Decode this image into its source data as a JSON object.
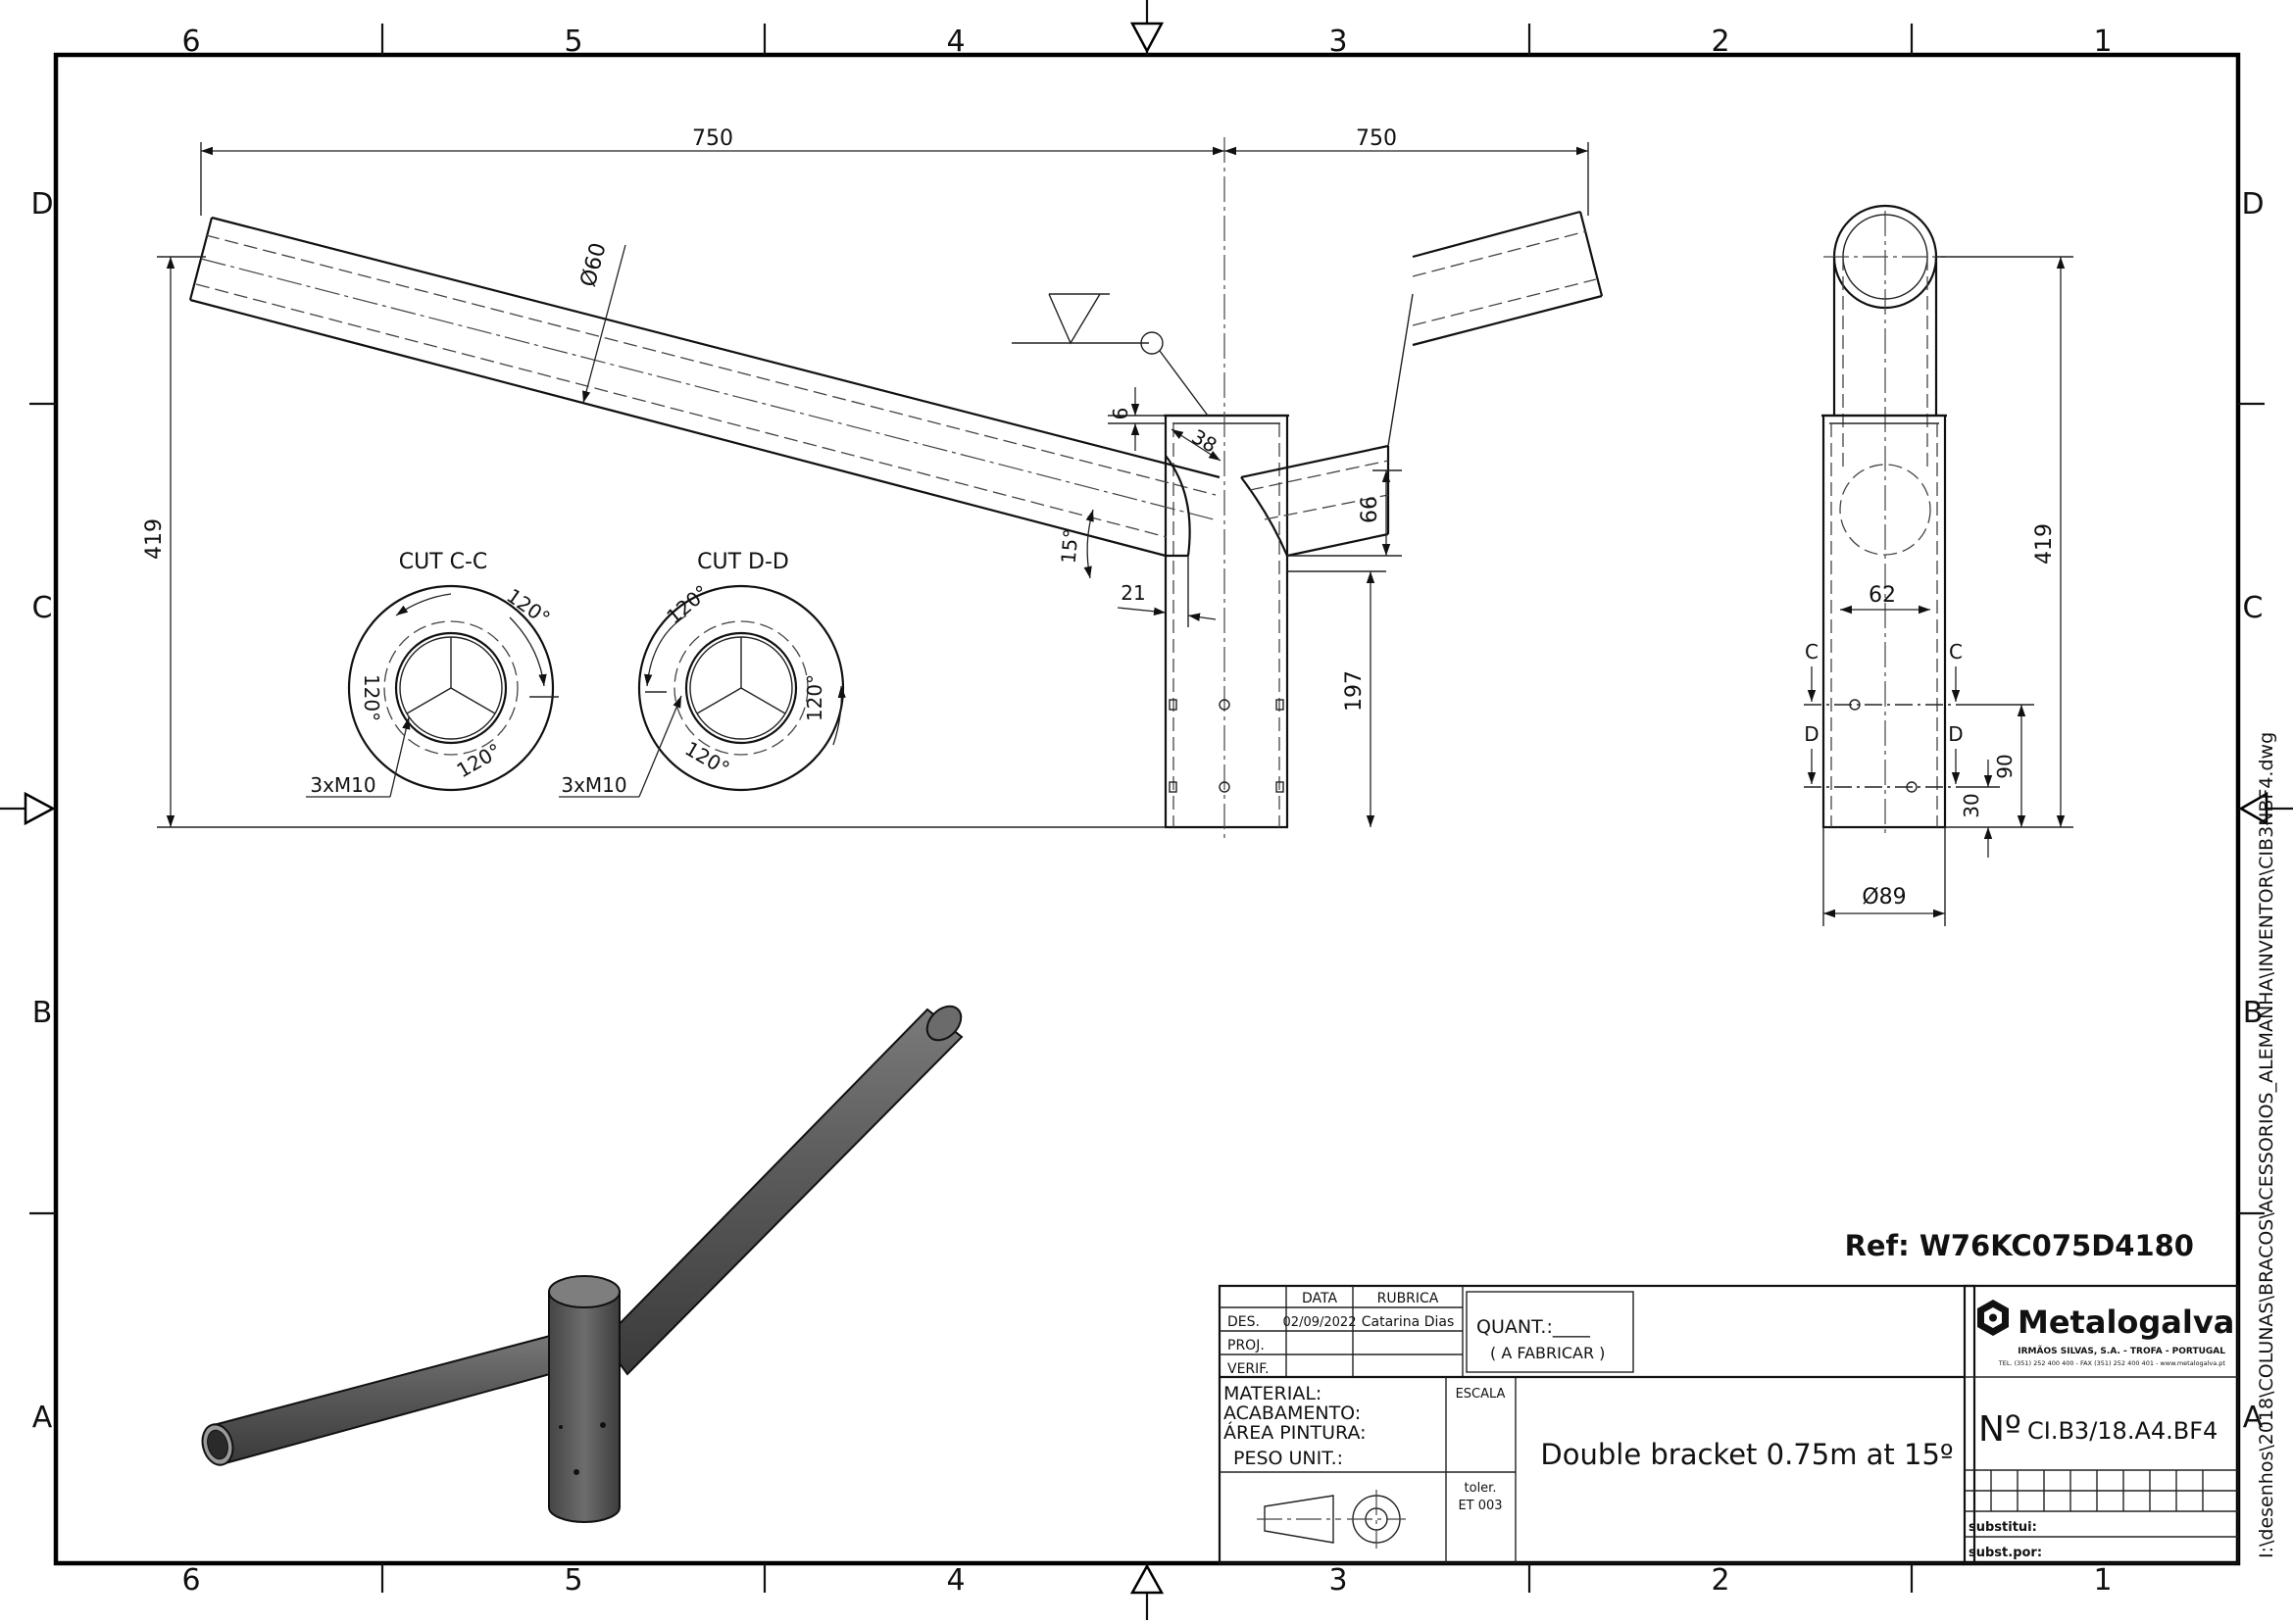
{
  "sheet": {
    "zone_numbers_top": [
      "6",
      "5",
      "4",
      "3",
      "2",
      "1"
    ],
    "zone_numbers_bottom": [
      "6",
      "5",
      "4",
      "3",
      "2",
      "1"
    ],
    "zone_letters_left": [
      "D",
      "C",
      "B",
      "A"
    ],
    "zone_letters_right": [
      "D",
      "C",
      "B",
      "A"
    ],
    "side_path": "I:\\desenhos\\2018\\COLUNAS\\BRACOS\\ACESSORIOS_ALEMANHA\\INVENTOR\\CIB3NBF4.dwg"
  },
  "front_view": {
    "dim_left_length": "750",
    "dim_right_length": "750",
    "dim_height": "419",
    "dim_tube_diameter": "Ø60",
    "dim_cap": "6",
    "dim_38": "38",
    "dim_66": "66",
    "dim_angle": "15°",
    "dim_21": "21",
    "dim_197": "197"
  },
  "cut_c": {
    "title": "CUT C-C",
    "angle_a": "120°",
    "angle_b": "120°",
    "angle_c": "120°",
    "thread": "3xM10"
  },
  "cut_d": {
    "title": "CUT D-D",
    "angle_a": "120°",
    "angle_b": "120°",
    "angle_c": "120°",
    "thread": "3xM10"
  },
  "side_view": {
    "dim_height": "419",
    "dim_inner": "62",
    "dim_diameter": "Ø89",
    "dim_90": "90",
    "dim_30": "30",
    "label_c": "C",
    "label_d": "D"
  },
  "reference": "Ref: W76KC075D4180",
  "title_block": {
    "col_data": "DATA",
    "col_rubrica": "RUBRICA",
    "row_des": "DES.",
    "row_proj": "PROJ.",
    "row_verif": "VERIF.",
    "des_date": "02/09/2022",
    "des_name": "Catarina Dias",
    "quant_label": "QUANT.:____",
    "quant_note": "( A FABRICAR )",
    "material": "MATERIAL:",
    "acabamento": "ACABAMENTO:",
    "area_pintura": "ÁREA PINTURA:",
    "peso_unit": "PESO UNIT.:",
    "escala": "ESCALA",
    "toler": "toler.",
    "toler_code": "ET 003",
    "title": "Double bracket 0.75m at 15º",
    "number_prefix": "Nº",
    "number": "CI.B3/18.A4.BF4",
    "substitui": "substitui:",
    "subst_por": "subst.por:",
    "company": "Metalogalva",
    "company_sub": "IRMÃOS SILVAS, S.A. - TROFA - PORTUGAL",
    "company_contact": "TEL. (351) 252 400 400 - FAX (351) 252 400 401 - www.metalogalva.pt"
  }
}
